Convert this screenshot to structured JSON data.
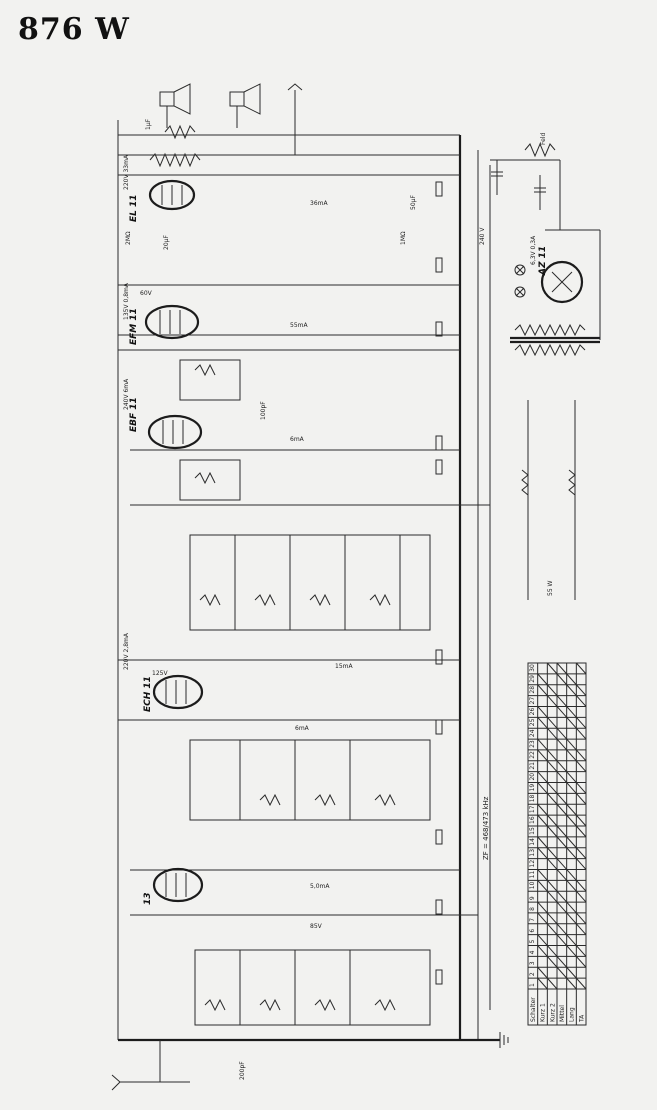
{
  "title": "876 W",
  "tubes": [
    {
      "name": "EL 11",
      "note": "220V 33mA"
    },
    {
      "name": "EFM 11",
      "note": "135V 0,8mA"
    },
    {
      "name": "EBF 11",
      "note": "240V 6mA"
    },
    {
      "name": "ECH 11",
      "note": "220V 2,8mA"
    },
    {
      "name": "13"
    },
    {
      "name": "AZ 11"
    }
  ],
  "labels": {
    "if_freq": "ZF = 468/473 kHz",
    "power": "55 W",
    "lamp_rating": "6,3V 0,3A",
    "cap_1uf": "1µF",
    "ma_36": "36mA",
    "ma_55": "55mA",
    "ma_6": "6mA",
    "ma_15": "15mA",
    "ma_5": "5,0mA",
    "v_240": "240 V",
    "v_85": "85V",
    "v_125": "125V",
    "v_60": "60V",
    "r_2m": "2MΩ",
    "r_1m": "1MΩ",
    "c_50uf": "50µF",
    "c_20uf": "20µF",
    "c_100pf": "100pF",
    "c_200pf": "200pF",
    "fuse": "Feld"
  },
  "switch_table": {
    "col_headers": [
      "1",
      "2",
      "3",
      "4",
      "5",
      "6",
      "7",
      "8",
      "9",
      "10",
      "11",
      "12",
      "13",
      "14",
      "15",
      "16",
      "17",
      "18",
      "19",
      "20",
      "21",
      "22",
      "23",
      "24",
      "25",
      "26",
      "27",
      "28",
      "29",
      "30"
    ],
    "row_headers": [
      "Schalter",
      "Kurz 1",
      "Kurz 2",
      "Mittel",
      "Lang",
      "TA"
    ]
  }
}
